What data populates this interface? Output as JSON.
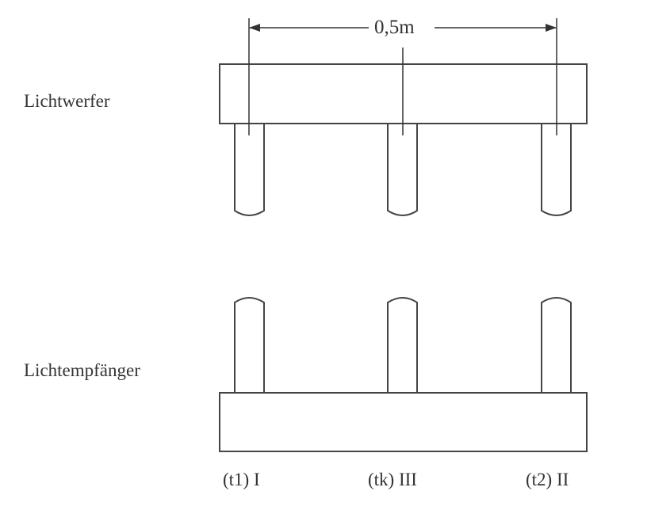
{
  "labels": {
    "emitter": "Lichtwerfer",
    "receiver": "Lichtempfänger",
    "distance": "0,5m"
  },
  "positions": [
    {
      "label": "(t1) I"
    },
    {
      "label": "(tk) III"
    },
    {
      "label": "(t2) II"
    }
  ],
  "colors": {
    "stroke": "#333333",
    "background": "#ffffff"
  }
}
